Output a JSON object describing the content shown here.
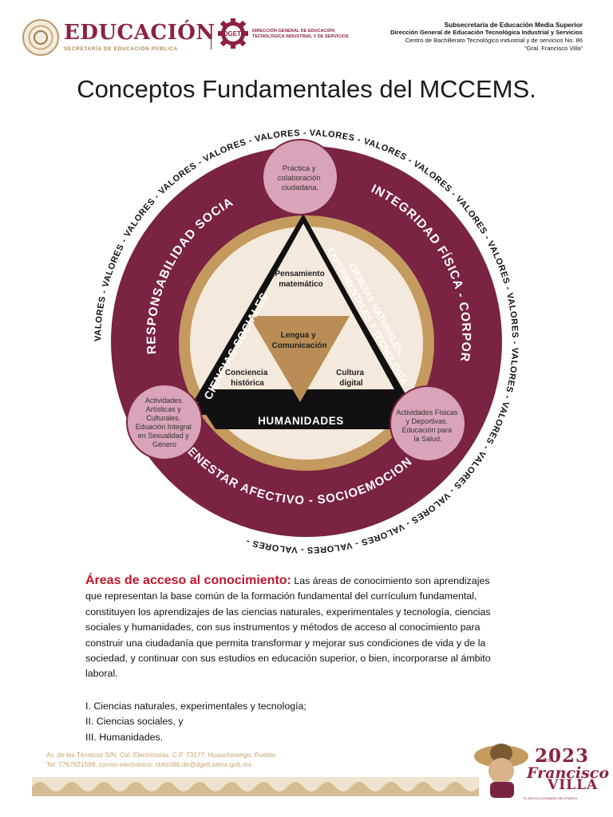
{
  "header": {
    "brand_title": "EDUCACIÓN",
    "brand_subtitle": "SECRETARÍA DE EDUCACIÓN PÚBLICA",
    "dgeti_logo_text": "DGETI",
    "dgeti_line1": "DIRECCIÓN GENERAL DE EDUCACIÓN",
    "dgeti_line2": "TECNOLÓGICA INDUSTRIAL Y DE SERVICIOS",
    "inst_line1": "Subsecretaría de Educación Media Superior",
    "inst_line2": "Dirección General de Educación Tecnológica Industrial y Servicios",
    "inst_line3": "Centro de Bachillerato Tecnológico industrial y de servicios No. 86",
    "inst_line4": "“Gral. Francisco Villa”"
  },
  "title": "Conceptos Fundamentales del MCCEMS.",
  "diagram": {
    "outer_ring_text": "VALORES - VALORES - VALORES - VALORES - VALORES - VALORES - VALORES - VALORES - VALORES - VALORES - VALORES - VALORES - VALORES - VALORES - VALORES - VALORES - VALORES - VALORES - VALORES - ",
    "arc_left": "RESPONSABILIDAD SOCIAL",
    "arc_right": "INTEGRIDAD FÍSICA - CORPORAL",
    "arc_bottom": "BIENESTAR AFECTIVO - SOCIOEMOCIONAL",
    "bubble_top": [
      "Práctica y",
      "colaboración",
      "ciudadana."
    ],
    "bubble_left": [
      "Actividades",
      "Artísticas y",
      "Culturales.",
      "Eduación Integral",
      "en Sexualidad y",
      "Género"
    ],
    "bubble_right": [
      "Actividades Físicas",
      "y Deportivas.",
      "Educación para",
      "la Salud."
    ],
    "band_left": "CIENCIAS SOCIALES",
    "band_right_1": "CIENCIAS NATURALES,",
    "band_right_2": "EXPERIMENTALES Y TECNOLOGÍA",
    "band_bottom": "HUMANIDADES",
    "top_area": [
      "Pensamiento",
      "matemático"
    ],
    "center_area": [
      "Lengua y",
      "Comunicación"
    ],
    "left_area": [
      "Conciencia",
      "histórica"
    ],
    "right_area": [
      "Cultura",
      "digital"
    ]
  },
  "body": {
    "lead": "Áreas de acceso al conocimiento:",
    "line1": "Las áreas de conocimiento son aprendizajes",
    "line2": "que representan la base común de la formación fundamental del currículum fundamental,",
    "line3": "constituyen los aprendizajes de las ciencias naturales, experimentales y tecnología, ciencias",
    "line4": "sociales y humanidades, con sus instrumentos y métodos de acceso al conocimiento para",
    "line5": "construir una ciudadanía que permita transformar y mejorar sus condiciones de vida y de la",
    "line6": "sociedad, y continuar con sus estudios en educación superior, o bien, incorporarse al ámbito",
    "line7": "laboral.",
    "list": [
      "I. Ciencias naturales, experimentales y tecnología;",
      "II. Ciencias sociales, y",
      "III. Humanidades."
    ]
  },
  "footer": {
    "address": "Av. de los Técnicos S/N, Col. Electricistas, C.P. 73177, Huauchinango, Puebla.",
    "contact": "Tel: 7767621599, correo electrónico: cbtis086.dir@dgeti.sems.gob.mx",
    "year": "2023",
    "year_note": "AÑO DE",
    "name1": "Francisco",
    "name2": "VILLA",
    "tagline": "EL REVOLUCIONARIO DEL PUEBLO"
  },
  "colors": {
    "maroon": "#7a2342",
    "gold": "#c49a5e",
    "pink": "#d9a3b9",
    "cream": "#f3e9dc",
    "black": "#111111",
    "red_lead": "#c0172b"
  }
}
